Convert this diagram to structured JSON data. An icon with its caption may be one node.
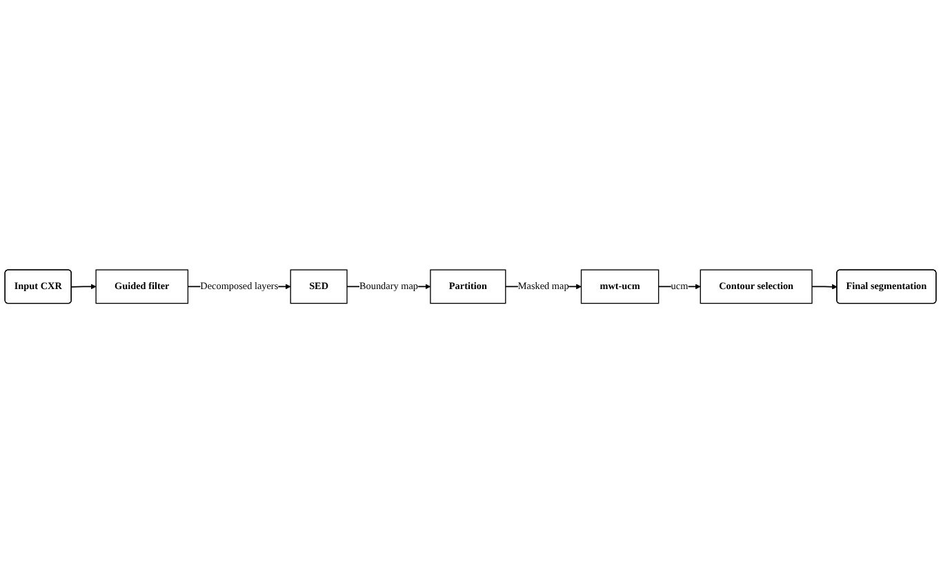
{
  "diagram": {
    "nodes": [
      {
        "text": [
          "Input CXR"
        ]
      },
      {
        "text": [
          "Guided filter"
        ]
      },
      {
        "text": [
          "SED"
        ]
      },
      {
        "text": [
          "Partition"
        ]
      },
      {
        "text": [
          "mwt-ucm"
        ]
      },
      {
        "text": [
          "Contour selection"
        ]
      },
      {
        "text": [
          "Final segmentation"
        ]
      }
    ],
    "edges": [
      {
        "from": 0,
        "to": 1,
        "arrow": "to"
      },
      {
        "from": 1,
        "to": 2,
        "arrow": "to",
        "label": "Decomposed layers"
      },
      {
        "from": 2,
        "to": 3,
        "arrow": "to",
        "label": "Boundary map"
      },
      {
        "from": 3,
        "to": 4,
        "arrow": "to",
        "label": "Masked map"
      },
      {
        "from": 4,
        "to": 5,
        "arrow": "to",
        "label": "ucm"
      },
      {
        "from": 5,
        "to": 6,
        "arrow": "to"
      }
    ]
  }
}
